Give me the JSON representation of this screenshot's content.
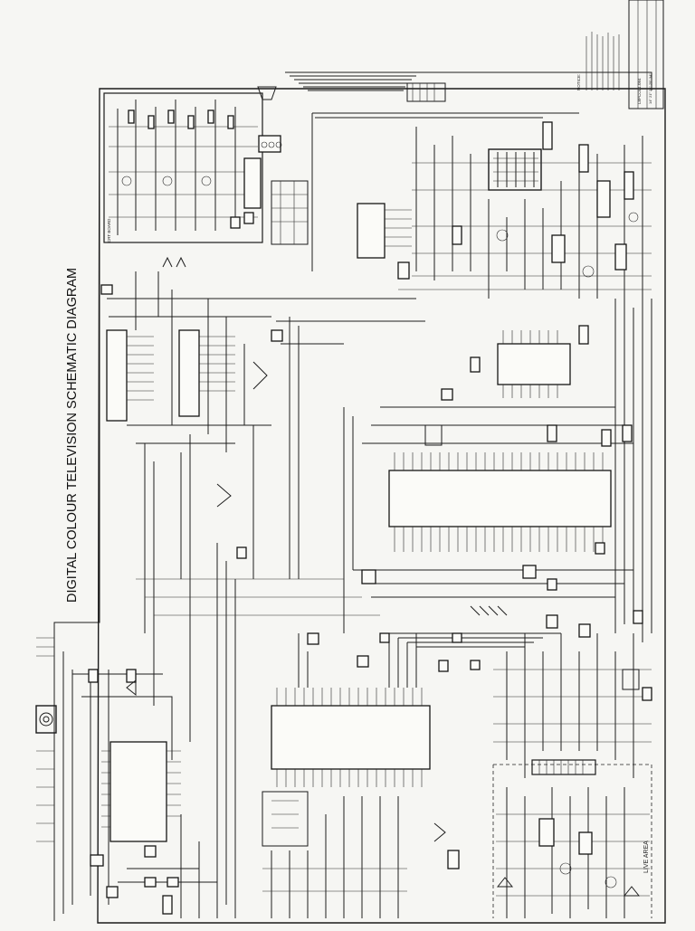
{
  "title": "DIGITAL COLOUR TELEVISION SCHEMATIC DIAGRAM",
  "notes_heading": "NOTICE:",
  "board_label": "CRT BOARD",
  "live_area": "LIVE AREA",
  "title_block_code": "L8PCOL1.084",
  "title_block_sizes": "14\"  21\"  25\"  29\"  34\"",
  "colors": {
    "ink": "#1d1d1d",
    "paper": "#f6f6f3"
  }
}
